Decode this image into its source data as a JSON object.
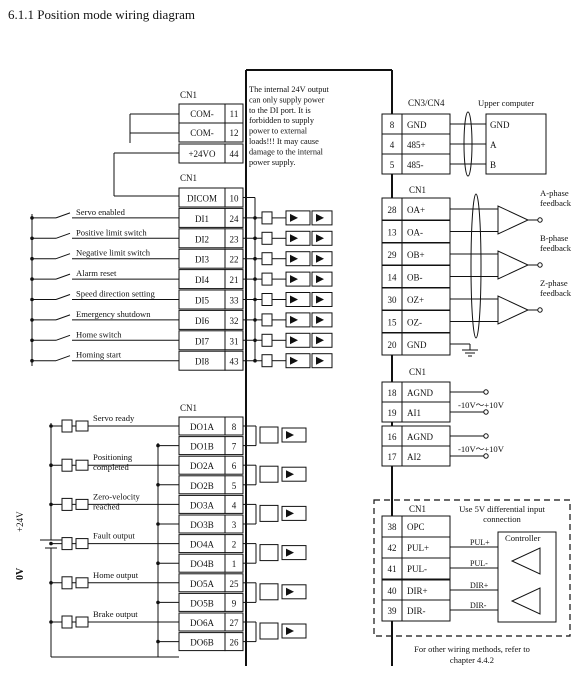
{
  "title": "6.1.1 Position mode wiring diagram",
  "cn_labels": {
    "cn1_power": "CN1",
    "cn1_di": "CN1",
    "cn1_do": "CN1",
    "cn3cn4": "CN3/CN4",
    "cn1_enc": "CN1",
    "cn1_ai": "CN1",
    "cn1_pulse": "CN1"
  },
  "warning_lines": [
    "The internal 24V output",
    "can only supply power",
    "to the DI port. It is",
    "forbidden to supply",
    "power to external",
    "loads!!! It may cause",
    "damage to the internal",
    "power supply."
  ],
  "power_pins": [
    {
      "name": "COM-",
      "num": "11"
    },
    {
      "name": "COM-",
      "num": "12"
    },
    {
      "name": "+24VO",
      "num": "44"
    }
  ],
  "di_pins": [
    {
      "name": "DICOM",
      "num": "10",
      "func": ""
    },
    {
      "name": "DI1",
      "num": "24",
      "func": "Servo enabled"
    },
    {
      "name": "DI2",
      "num": "23",
      "func": "Positive limit switch"
    },
    {
      "name": "DI3",
      "num": "22",
      "func": "Negative limit switch"
    },
    {
      "name": "DI4",
      "num": "21",
      "func": "Alarm reset"
    },
    {
      "name": "DI5",
      "num": "33",
      "func": "Speed direction setting"
    },
    {
      "name": "DI6",
      "num": "32",
      "func": "Emergency shutdown"
    },
    {
      "name": "DI7",
      "num": "31",
      "func": "Home switch"
    },
    {
      "name": "DI8",
      "num": "43",
      "func": "Homing start"
    }
  ],
  "do_pins": [
    {
      "name": "DO1A",
      "num": "8"
    },
    {
      "name": "DO1B",
      "num": "7"
    },
    {
      "name": "DO2A",
      "num": "6"
    },
    {
      "name": "DO2B",
      "num": "5"
    },
    {
      "name": "DO3A",
      "num": "4"
    },
    {
      "name": "DO3B",
      "num": "3"
    },
    {
      "name": "DO4A",
      "num": "2"
    },
    {
      "name": "DO4B",
      "num": "1"
    },
    {
      "name": "DO5A",
      "num": "25"
    },
    {
      "name": "DO5B",
      "num": "9"
    },
    {
      "name": "DO6A",
      "num": "27"
    },
    {
      "name": "DO6B",
      "num": "26"
    }
  ],
  "do_functions": [
    {
      "lines": [
        "Servo ready"
      ]
    },
    {
      "lines": [
        "Positioning",
        "completed"
      ]
    },
    {
      "lines": [
        "Zero-velocity",
        "reached"
      ]
    },
    {
      "lines": [
        "Fault output"
      ]
    },
    {
      "lines": [
        "Home output"
      ]
    },
    {
      "lines": [
        "Brake output"
      ]
    }
  ],
  "supply": {
    "plus": "+24V",
    "zero": "0V"
  },
  "rs485_pins": [
    {
      "num": "8",
      "name": "GND"
    },
    {
      "num": "4",
      "name": "485+"
    },
    {
      "num": "5",
      "name": "485-"
    }
  ],
  "upper_computer": {
    "title": "Upper computer",
    "pins": [
      "GND",
      "A",
      "B"
    ]
  },
  "encoder_pins": [
    {
      "num": "28",
      "name": "OA+"
    },
    {
      "num": "13",
      "name": "OA-"
    },
    {
      "num": "29",
      "name": "OB+"
    },
    {
      "num": "14",
      "name": "OB-"
    },
    {
      "num": "30",
      "name": "OZ+"
    },
    {
      "num": "15",
      "name": "OZ-"
    },
    {
      "num": "20",
      "name": "GND"
    }
  ],
  "feedback_labels": [
    [
      "A-phase",
      "feedback"
    ],
    [
      "B-phase",
      "feedback"
    ],
    [
      "Z-phase",
      "feedback"
    ]
  ],
  "analog_pins": [
    {
      "num": "18",
      "name": "AGND"
    },
    {
      "num": "19",
      "name": "AI1"
    },
    {
      "num": "16",
      "name": "AGND"
    },
    {
      "num": "17",
      "name": "AI2"
    }
  ],
  "analog_ranges": [
    "-10V～+10V",
    "-10V～+10V"
  ],
  "pulse_section": {
    "title_lines": [
      "Use 5V differential input",
      "connection"
    ],
    "controller": "Controller",
    "pins": [
      {
        "num": "38",
        "name": "OPC"
      },
      {
        "num": "42",
        "name": "PUL+"
      },
      {
        "num": "41",
        "name": "PUL-"
      },
      {
        "num": "40",
        "name": "DIR+"
      },
      {
        "num": "39",
        "name": "DIR-"
      }
    ],
    "wire_labels": [
      "PUL+",
      "PUL-",
      "DIR+",
      "DIR-"
    ]
  },
  "footnote_lines": [
    "For other wiring methods, refer to",
    "chapter 4.4.2"
  ]
}
